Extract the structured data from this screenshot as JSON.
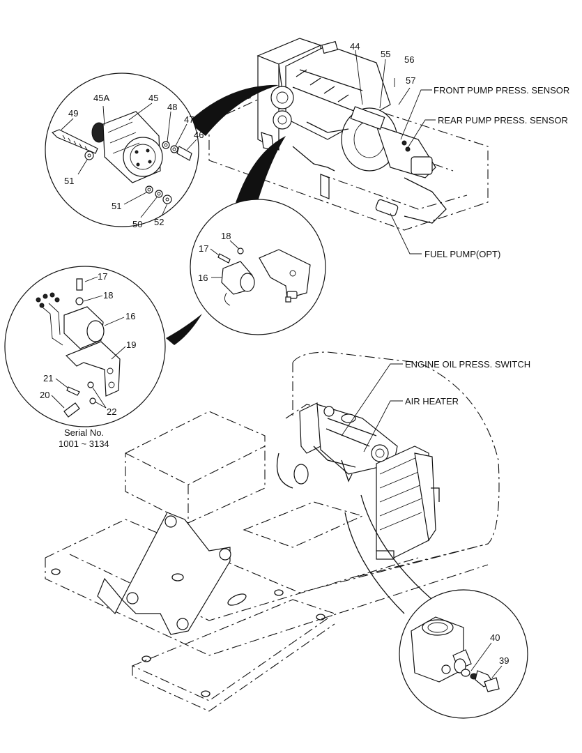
{
  "labels": {
    "front_pump_press_sensor": "FRONT PUMP PRESS. SENSOR",
    "rear_pump_press_sensor": "REAR PUMP PRESS. SENSOR",
    "fuel_pump_opt": "FUEL PUMP(OPT)",
    "engine_oil_press_switch": "ENGINE OIL PRESS. SWITCH",
    "air_heater": "AIR HEATER",
    "serial_line1": "Serial No.",
    "serial_line2": "1001 ~ 3134"
  },
  "callouts": {
    "c44": "44",
    "c55": "55",
    "c56": "56",
    "c57": "57",
    "c45a": "45A",
    "c45": "45",
    "c49": "49",
    "c48": "48",
    "c47": "47",
    "c46": "46",
    "c51a": "51",
    "c51b": "51",
    "c50": "50",
    "c52": "52",
    "c18a": "18",
    "c17a": "17",
    "c16a": "16",
    "c17b": "17",
    "c18b": "18",
    "c16b": "16",
    "c19": "19",
    "c21": "21",
    "c20": "20",
    "c22": "22",
    "c40": "40",
    "c39": "39"
  }
}
